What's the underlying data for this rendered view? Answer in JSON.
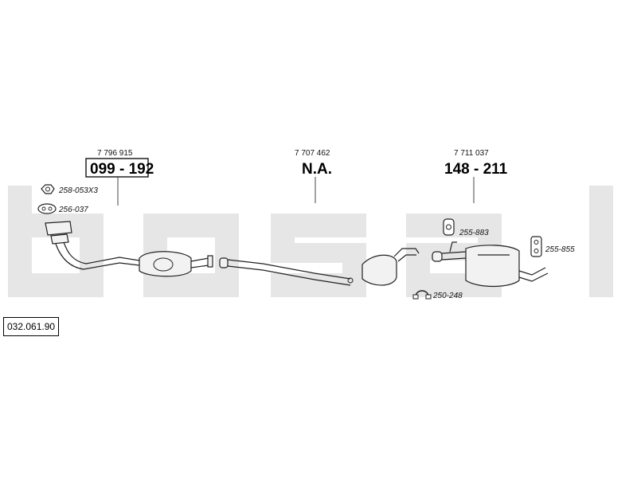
{
  "diagram_ref": "032.061.90",
  "components": [
    {
      "oe_number": "7 796 915",
      "part_number": "099 - 192"
    },
    {
      "oe_number": "7 707 462",
      "part_number": "N.A."
    },
    {
      "oe_number": "7 711 037",
      "part_number": "148 - 211"
    }
  ],
  "accessories": [
    {
      "code": "258-053X3",
      "icon": "nut-icon"
    },
    {
      "code": "256-037",
      "icon": "gasket-icon"
    },
    {
      "code": "255-883",
      "icon": "rubber-mount-icon"
    },
    {
      "code": "255-855",
      "icon": "bracket-icon"
    },
    {
      "code": "250-248",
      "icon": "clamp-icon"
    }
  ],
  "watermark": "bosal"
}
